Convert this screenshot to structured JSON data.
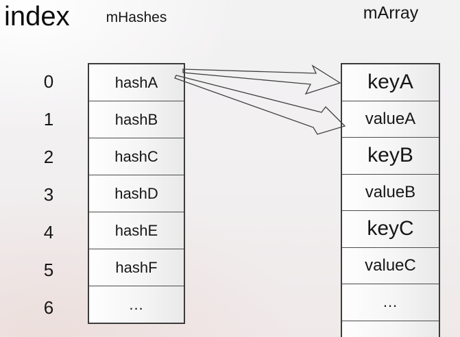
{
  "headers": {
    "index_label": "index",
    "mhashes_label": "mHashes",
    "marray_label": "mArray"
  },
  "indices": [
    "0",
    "1",
    "2",
    "3",
    "4",
    "5",
    "6"
  ],
  "mhashes": {
    "cells": [
      "hashA",
      "hashB",
      "hashC",
      "hashD",
      "hashE",
      "hashF",
      "..."
    ]
  },
  "marray": {
    "cells": [
      "keyA",
      "valueA",
      "keyB",
      "valueB",
      "keyC",
      "valueC",
      "..."
    ]
  },
  "arrows": [
    {
      "from": "hashA",
      "to": "keyA"
    },
    {
      "from": "hashA",
      "to": "valueA"
    }
  ],
  "colors": {
    "border": "#3b3b3b",
    "text": "#161616",
    "cell_gradient_start": "#fefefe",
    "cell_gradient_end": "#e9e9e9",
    "background_bottom_tint": "#f0e9e9"
  }
}
